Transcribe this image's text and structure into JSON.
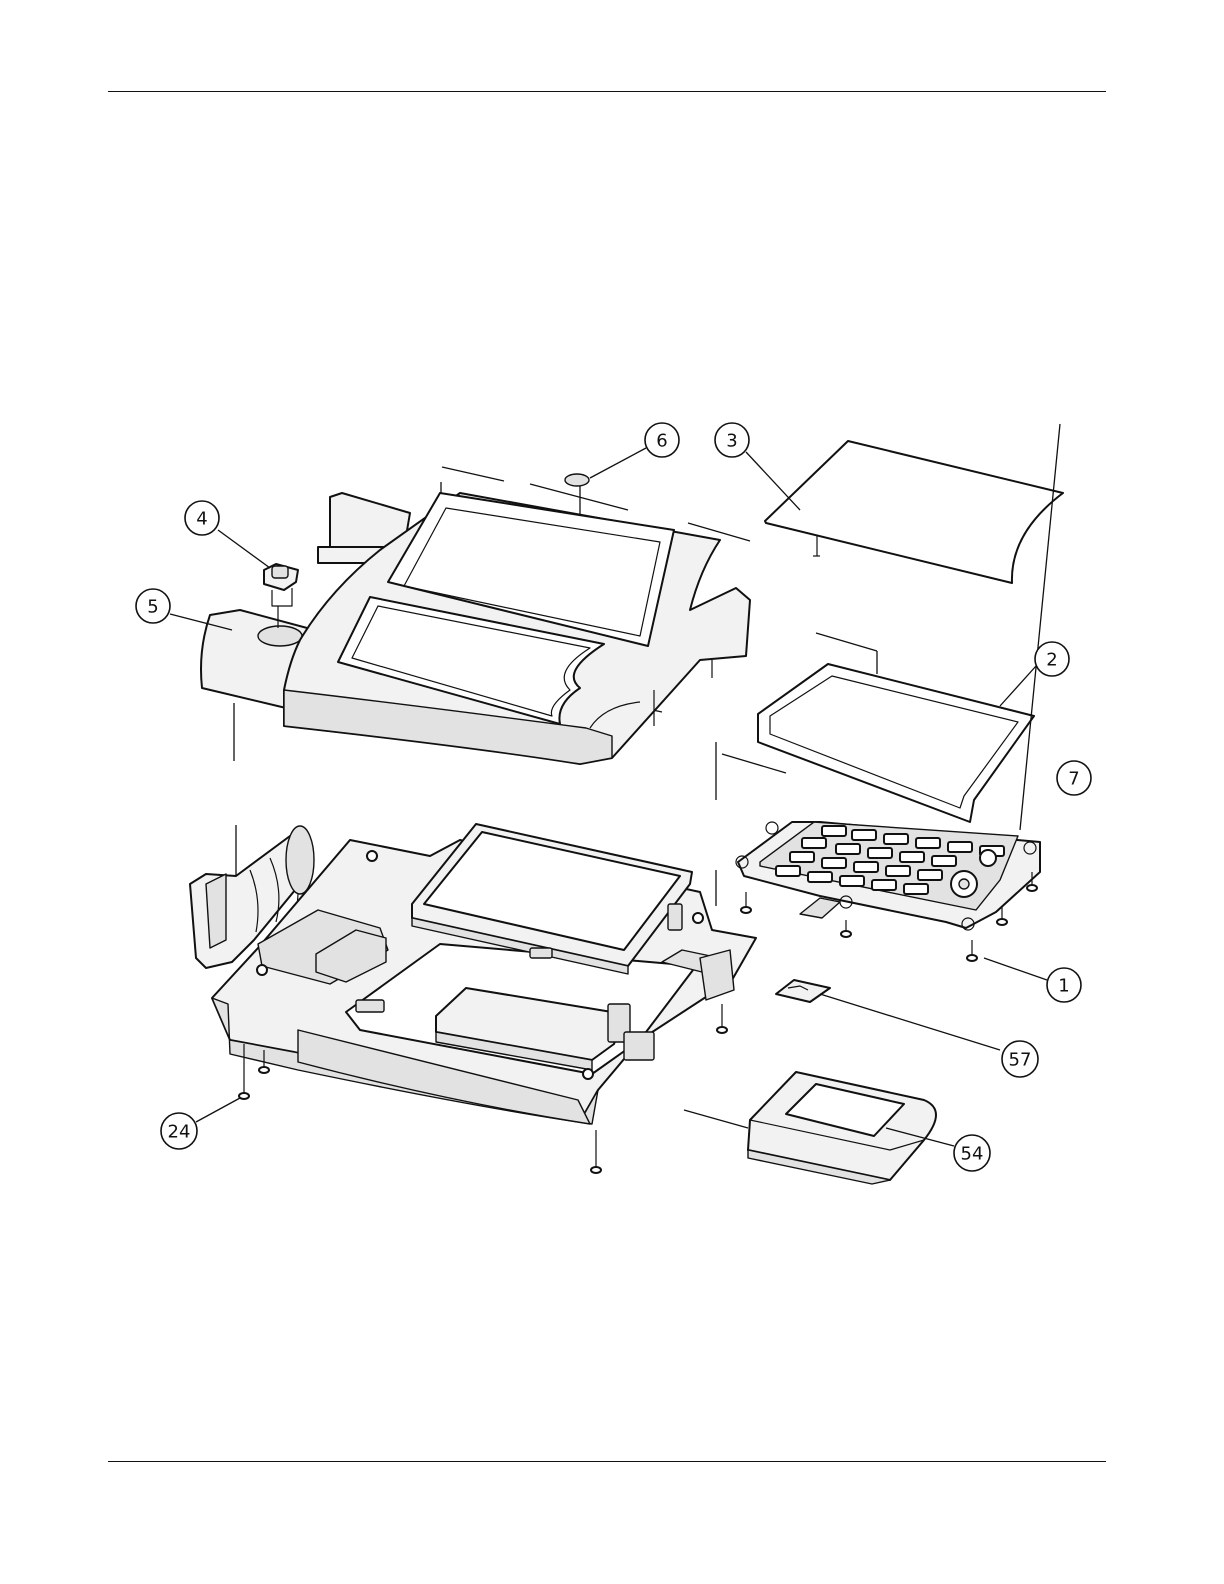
{
  "callouts": [
    {
      "id": "6",
      "label": "6"
    },
    {
      "id": "3",
      "label": "3"
    },
    {
      "id": "4",
      "label": "4"
    },
    {
      "id": "5",
      "label": "5"
    },
    {
      "id": "2",
      "label": "2"
    },
    {
      "id": "7",
      "label": "7"
    },
    {
      "id": "1",
      "label": "1"
    },
    {
      "id": "57",
      "label": "57"
    },
    {
      "id": "24",
      "label": "24"
    },
    {
      "id": "54",
      "label": "54"
    }
  ]
}
